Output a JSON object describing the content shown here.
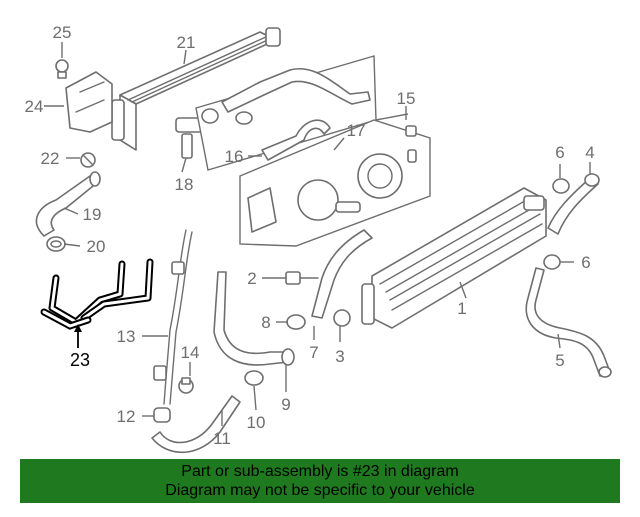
{
  "diagram": {
    "callouts": [
      "1",
      "2",
      "3",
      "4",
      "5",
      "6",
      "6",
      "7",
      "8",
      "9",
      "10",
      "11",
      "12",
      "13",
      "14",
      "15",
      "16",
      "17",
      "18",
      "19",
      "20",
      "21",
      "22",
      "23",
      "24",
      "25"
    ],
    "highlighted_part": "23"
  },
  "banner": {
    "line1": "Part or sub-assembly is #23 in diagram",
    "line2": "Diagram may not be specific to your vehicle"
  },
  "colors": {
    "line_art": "#6e6e6e",
    "highlight": "#000000",
    "banner_bg": "#1f7a1f"
  }
}
